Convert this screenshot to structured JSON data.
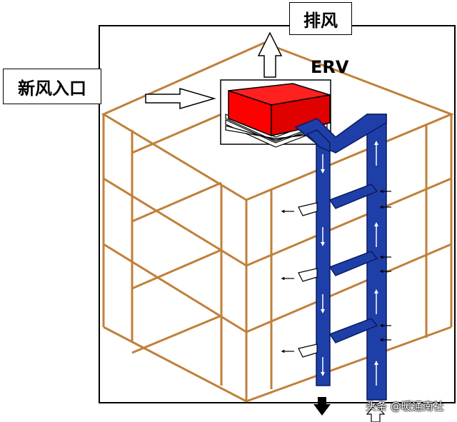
{
  "labels": {
    "exhaust": "排风",
    "fresh_air_inlet": "新风入口",
    "erv": "ERV"
  },
  "watermark": "头条 @暖通南社",
  "colors": {
    "frame": "#c0803a",
    "erv_unit": "#ff0000",
    "duct": "#1f3fa8",
    "outline": "#000000"
  },
  "icons": [
    "exhaust-arrow-icon",
    "fresh-air-arrow-icon",
    "down-arrow-icon",
    "up-arrow-icon"
  ]
}
